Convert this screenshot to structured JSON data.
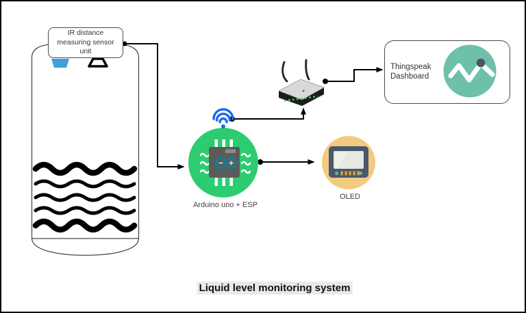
{
  "title": "Liquid level monitoring system",
  "nodes": {
    "sensor": {
      "label": "IR distance measuring sensor unit"
    },
    "arduino": {
      "label": "Arduino uno + ESP"
    },
    "oled": {
      "label": "OLED"
    },
    "dashboard": {
      "label": "Thingspeak Dashboard"
    }
  },
  "icons": {
    "wifi": "wifi-icon",
    "chip": "arduino-chip-icon",
    "display": "oled-display-icon",
    "router": "router-icon",
    "chart": "line-chart-icon",
    "waves": "water-waves-icon",
    "beam": "sensor-beam-icon"
  },
  "colors": {
    "arduino_circle": "#2ecc71",
    "oled_circle": "#f2ca80",
    "dashboard_circle": "#6fc0ab",
    "wifi_blue": "#1c6ce8",
    "sensor_beam_blue": "#3f9fdb",
    "chip_gray": "#5b5b5b",
    "arduino_logo_teal": "#10828f",
    "oled_display_slate": "#49586b",
    "chart_dot_slate": "#4a5568",
    "router_led_green": "#35e06a",
    "connector_black": "#000000"
  }
}
